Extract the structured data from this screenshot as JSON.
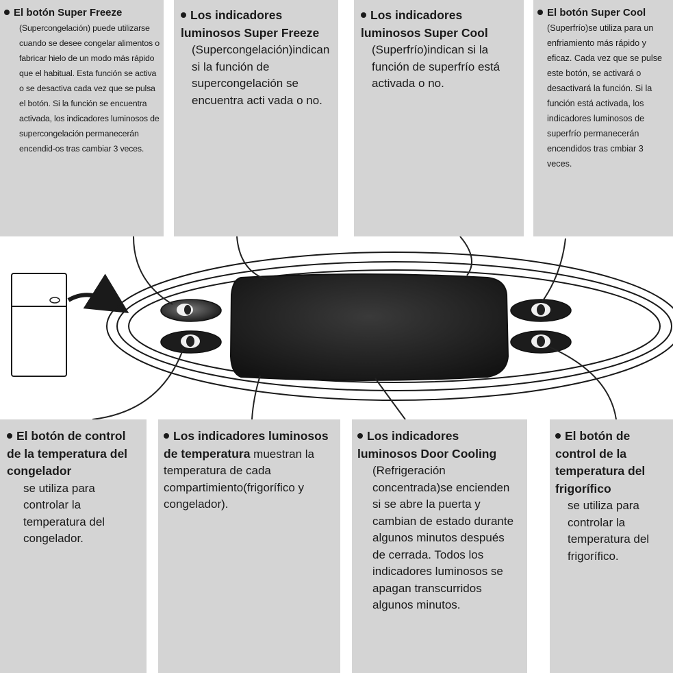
{
  "boxes": {
    "super_freeze_button": {
      "title": "El botón Super Freeze",
      "body": "(Supercongelación) puede utilizarse cuando se desee congelar alimentos o fabricar hielo de un modo más rápido que el habitual. Esta función se activa o se desactiva cada vez que se pulsa el botón. Si la función se encuentra activada, los indicadores luminosos de supercongelación permanecerán encendid-os tras cambiar 3 veces."
    },
    "super_freeze_indicators": {
      "title": "Los indicadores luminosos Super Freeze",
      "body": "(Supercongelación)indican si la función de supercongelación se encuentra acti vada o no."
    },
    "super_cool_indicators": {
      "title": "Los indicadores luminosos Super Cool",
      "body": "(Superfrío)indican si la función de superfrío está activada o no."
    },
    "super_cool_button": {
      "title": "El botón Super Cool",
      "body": "(Superfrío)se utiliza para un enfriamiento más rápido y eficaz. Cada vez que se pulse este botón, se activará o desactivará la función. Si la función está activada, los indicadores luminosos de superfrío permanecerán encendidos tras cmbiar 3 veces."
    },
    "freezer_temp_button": {
      "title": "El botón de control de la temperatura del congelador",
      "body": "se utiliza para controlar la temperatura del congelador."
    },
    "temp_indicators": {
      "title": "Los indicadores luminosos de temperatura",
      "body": "muestran la temperatura de cada compartimiento(frigorífico y congelador)."
    },
    "door_cooling_indicators": {
      "title": "Los indicadores luminosos Door Cooling",
      "body": "(Refrigeración concentrada)se encienden si se abre la puerta y cambian de estado durante algunos minutos después de cerrada. Todos los indicadores luminosos se apagan transcurridos algunos minutos."
    },
    "fridge_temp_button": {
      "title": "El botón de control de la temperatura del frigorífico",
      "body": "se utiliza para controlar la temperatura del frigorífico."
    }
  },
  "colors": {
    "box_bg": "#d4d4d4",
    "display": "#1e1e1e",
    "line": "#222222"
  }
}
